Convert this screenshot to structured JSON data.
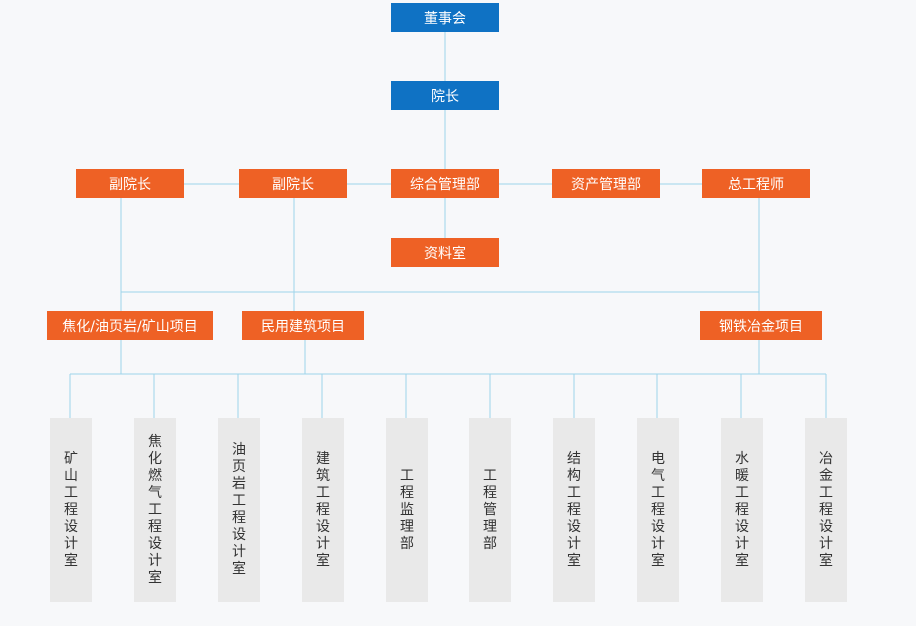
{
  "chart": {
    "line_color": "#9dd4ea",
    "box_colors": {
      "top": "#0f72c4",
      "middle": "#ee6125",
      "department": "#e9e9e9"
    },
    "nodes": {
      "board": "董事会",
      "president": "院长",
      "vp1": "副院长",
      "vp2": "副院长",
      "admin": "综合管理部",
      "assets": "资产管理部",
      "chief_engineer": "总工程师",
      "archive": "资料室",
      "project_coking": "焦化/油页岩/矿山项目",
      "project_civil": "民用建筑项目",
      "project_steel": "钢铁冶金项目"
    },
    "departments": [
      "矿山工程设计室",
      "焦化燃气工程设计室",
      "油页岩工程设计室",
      "建筑工程设计室",
      "工程监理部",
      "工程管理部",
      "结构工程设计室",
      "电气工程设计室",
      "水暖工程设计室",
      "冶金工程设计室"
    ]
  }
}
